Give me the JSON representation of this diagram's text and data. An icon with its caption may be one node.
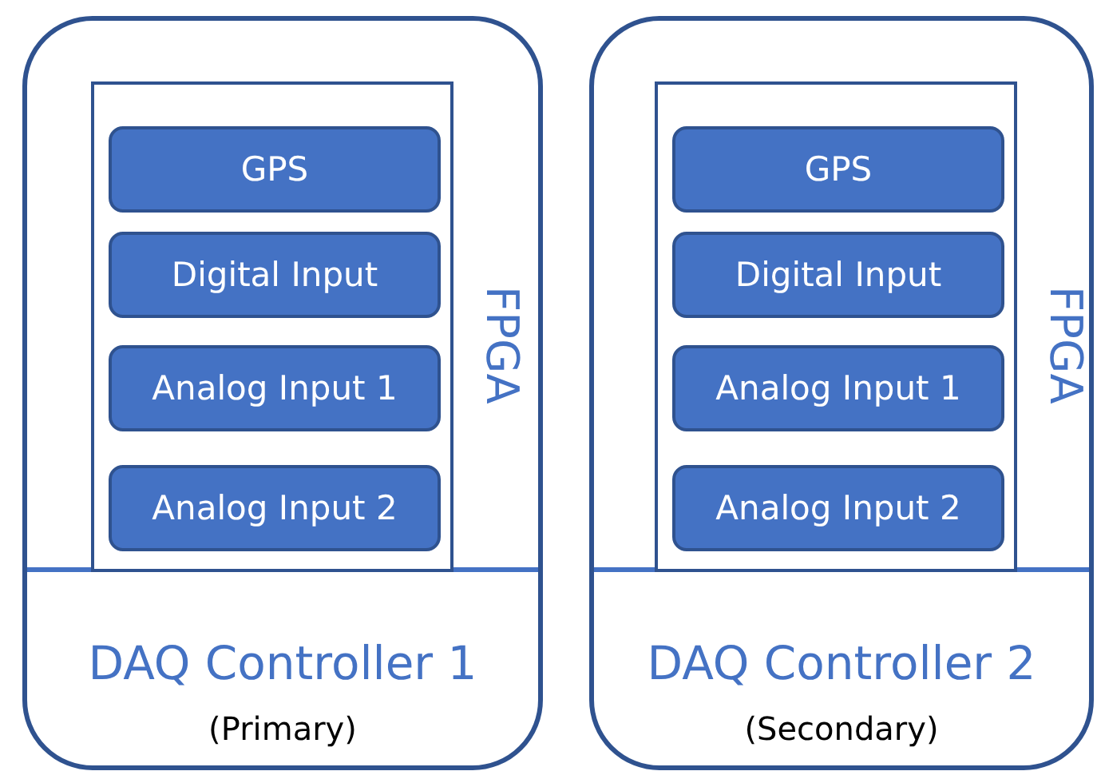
{
  "diagram": {
    "nodes": [
      {
        "text": [
          "DAQ Controller 1",
          "(Primary)"
        ]
      },
      {
        "text": [
          "FPGA"
        ],
        "in": 0
      },
      {
        "text": [
          "GPS"
        ],
        "in": 1
      },
      {
        "text": [
          "Digital Input"
        ],
        "in": 1
      },
      {
        "text": [
          "Analog Input 1"
        ],
        "in": 1
      },
      {
        "text": [
          "Analog Input 2"
        ],
        "in": 1
      },
      {
        "text": [
          "DAQ Controller 2",
          "(Secondary)"
        ]
      },
      {
        "text": [
          "FPGA"
        ],
        "in": 6
      },
      {
        "text": [
          "GPS"
        ],
        "in": 7
      },
      {
        "text": [
          "Digital Input"
        ],
        "in": 7
      },
      {
        "text": [
          "Analog Input 1"
        ],
        "in": 7
      },
      {
        "text": [
          "Analog Input 2"
        ],
        "in": 7
      }
    ]
  }
}
